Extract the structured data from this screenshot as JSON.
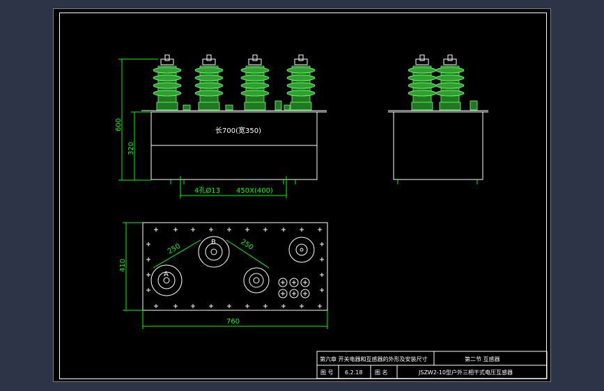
{
  "drawing": {
    "front_view": {
      "dim_height_total": "600",
      "dim_height_tank": "320",
      "tank_label": "长700(宽350)",
      "mount_holes": "4孔Ø13",
      "mount_spacing": "450X(400)"
    },
    "plan_view": {
      "dim_depth": "410",
      "dim_length": "760",
      "dim_ab": "250",
      "dim_bc": "250",
      "label_a": "A",
      "label_b": "B"
    }
  },
  "title_block": {
    "chapter": "第六章 开关电器和互感器的外形及安装尺寸",
    "section": "第二节 互感器",
    "fig_label": "图 号",
    "fig_number": "6.2.18",
    "name_label": "图 名",
    "name": "JSZW2-10型户外三相干式电压互感器"
  }
}
